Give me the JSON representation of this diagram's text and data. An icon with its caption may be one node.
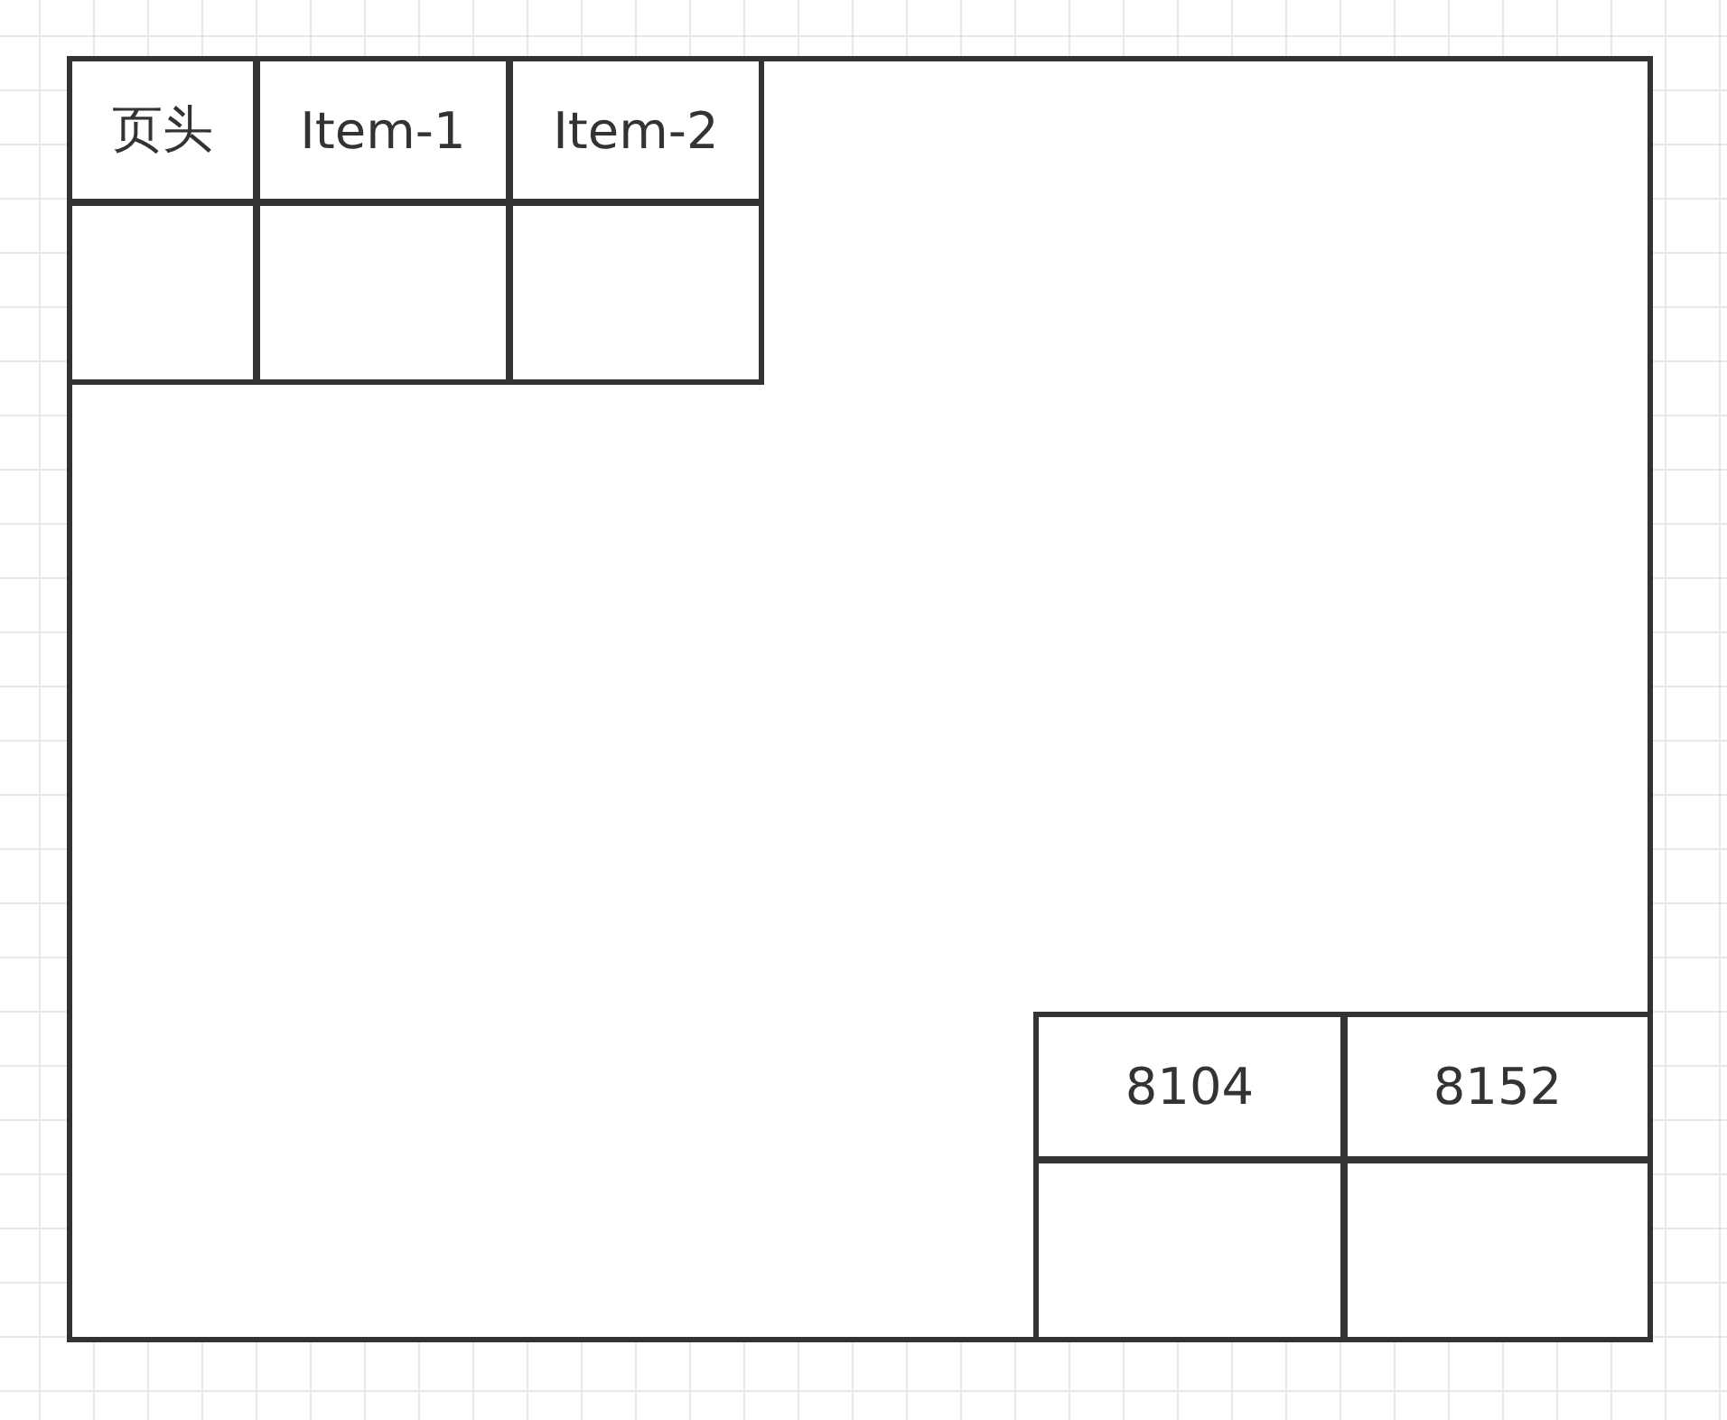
{
  "diagram": {
    "nodes": [
      {
        "text": [],
        "shape": "box"
      },
      {
        "text": [
          "页头"
        ],
        "in": 0
      },
      {
        "text": [
          "Item-1"
        ],
        "in": 0
      },
      {
        "text": [
          "Item-2"
        ],
        "in": 0
      },
      {
        "text": [],
        "shape": "box",
        "in": 0
      },
      {
        "text": [],
        "shape": "box",
        "in": 0
      },
      {
        "text": [],
        "shape": "box",
        "in": 0
      },
      {
        "text": [
          "8104"
        ],
        "in": 0
      },
      {
        "text": [
          "8152"
        ],
        "in": 0
      },
      {
        "text": [],
        "shape": "box",
        "in": 0
      },
      {
        "text": [],
        "shape": "box",
        "in": 0
      }
    ]
  }
}
